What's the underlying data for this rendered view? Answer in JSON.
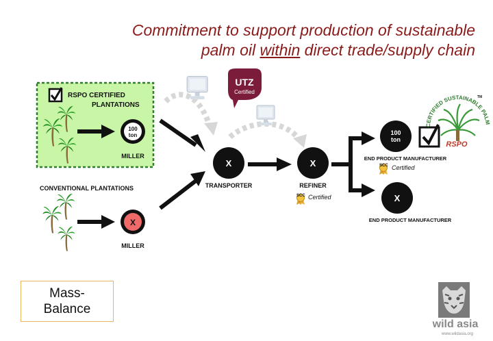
{
  "title": {
    "line1": "Commitment to support production of sustainable",
    "line2_pre": "palm oil ",
    "line2_underlined": "within",
    "line2_post": " direct trade/supply chain"
  },
  "labels": {
    "rspo_certified_1": "RSPO CERTIFIED",
    "rspo_certified_2": "PLANTATIONS",
    "conventional": "CONVENTIONAL PLANTATIONS",
    "miller": "MILLER",
    "transporter": "TRANSPORTER",
    "refiner": "REFINER",
    "end_product_manufacturer": "END PRODUCT MANUFACTURER",
    "scc": "SCC",
    "certified": "Certified"
  },
  "nodes": {
    "certified_miller_line1": "100",
    "certified_miller_line2": "ton",
    "x_mark": "X"
  },
  "badges": {
    "utz_main": "UTZ",
    "utz_sub": "Certified",
    "rspo_arc": "CERTIFIED SUSTAINABLE PALM OIL",
    "rspo_word": "RSPO",
    "rspo_tm": "TM"
  },
  "mass_balance": {
    "line1": "Mass-",
    "line2": "Balance"
  },
  "logo": {
    "name": "wild asia",
    "url": "www.wildasia.org"
  },
  "icons": [
    "checkbox-icon",
    "palm-tree-icon",
    "computer-icon",
    "arrow-icon",
    "seal-icon"
  ],
  "colors": {
    "title": "#8b1a1a",
    "certified_zone": "#c8f5a6",
    "zone_border": "#2e7d2e",
    "node": "#111111",
    "x_conventional": "#f06a6a",
    "utz": "#7b1c3b",
    "rspo_green": "#3a9a3a",
    "mass_border": "#e8b860"
  }
}
